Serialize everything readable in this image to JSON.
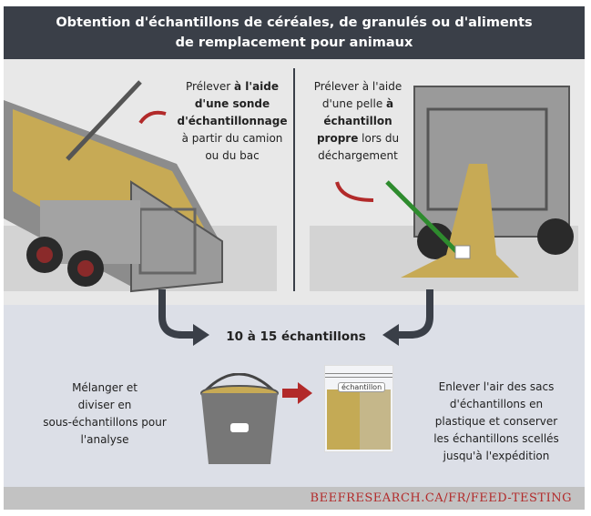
{
  "title": {
    "line1": "Obtention d'échantillons de céréales, de granulés ou d'aliments",
    "line2": "de remplacement pour animaux"
  },
  "left_step": {
    "pre": "Prélever ",
    "bold1": "à l'aide",
    "bold2": "d'une sonde",
    "bold3": "d'échantillonnage",
    "rest1": "à partir du camion",
    "rest2": "ou du bac"
  },
  "right_step": {
    "l1": "Prélever à l'aide",
    "l2a": "d'une pelle ",
    "l2b": "à",
    "bold3": "échantillon",
    "bold4": "propre",
    "l4rest": " lors du",
    "l5": "déchargement"
  },
  "count": "10 à 15 échantillons",
  "mix": {
    "l1": "Mélanger et",
    "l2": "diviser en",
    "l3": "sous-échantillons pour",
    "l4": "l'analyse"
  },
  "bag_label": "échantillon",
  "store": {
    "l1": "Enlever l'air des sacs",
    "l2": "d'échantillons en",
    "l3": "plastique et conserver",
    "l4": "les échantillons scellés",
    "l5": "jusqu'à l'expédition"
  },
  "footer": "BEEFRESEARCH.CA/FR/FEED-TESTING",
  "colors": {
    "header": "#3a3f48",
    "accent_red": "#b22a2a",
    "grain": "#c7aa55"
  }
}
